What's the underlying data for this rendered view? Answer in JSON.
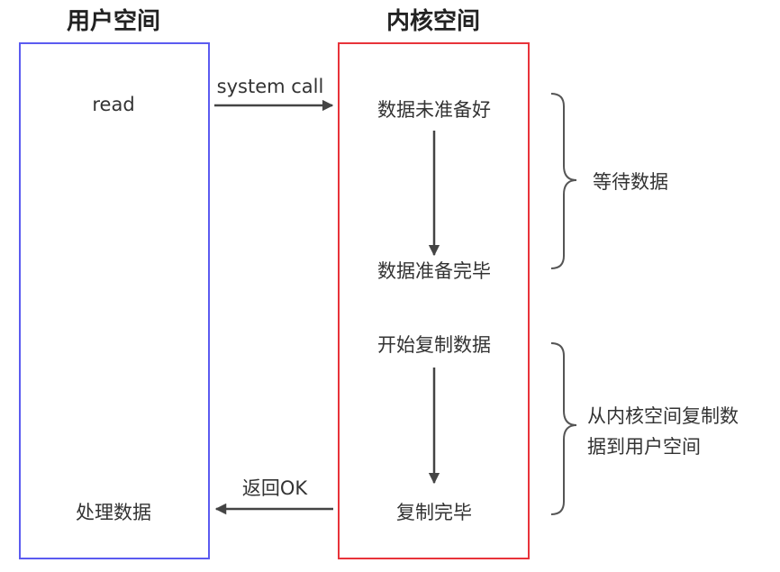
{
  "headings": {
    "user_space": "用户空间",
    "kernel_space": "内核空间"
  },
  "user": {
    "read": "read",
    "process": "处理数据"
  },
  "kernel": {
    "not_ready": "数据未准备好",
    "ready": "数据准备完毕",
    "start_copy": "开始复制数据",
    "copy_done": "复制完毕"
  },
  "arrows": {
    "syscall": "system call",
    "return_ok": "返回OK"
  },
  "phases": {
    "wait": "等待数据",
    "copy_line1": "从内核空间复制数",
    "copy_line2": "据到用户空间"
  },
  "colors": {
    "user_border": "#5b5bf0",
    "kernel_border": "#e8333a",
    "arrow": "#444444",
    "brace": "#555555"
  }
}
